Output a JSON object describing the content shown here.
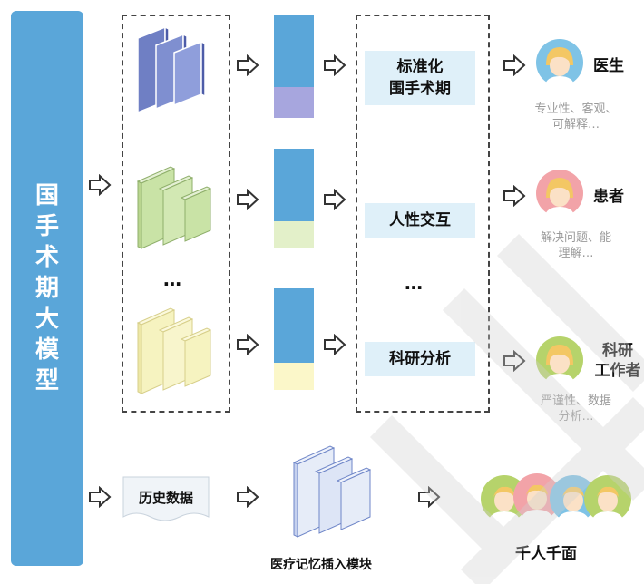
{
  "left_title": [
    "国",
    "手",
    "术",
    "期",
    "大",
    "模",
    "型"
  ],
  "ellipsis": "…",
  "tasks": {
    "standard": "标准化\n围手术期",
    "human": "人性交互",
    "dots": "…",
    "research": "科研分析"
  },
  "roles": {
    "doctor": {
      "name": "医生",
      "desc": "专业性、客观、\n可解释…"
    },
    "patient": {
      "name": "患者",
      "desc": "解决问题、能\n理解…"
    },
    "researcher": {
      "name": "科研\n工作者",
      "desc": "严谨性、数据\n分析…"
    }
  },
  "bottom": {
    "history": "历史数据",
    "module": "医疗记忆插入模块",
    "personalized": "千人千面"
  },
  "colors": {
    "blue": "#5aa6d9",
    "purple_stack": "#7f8fd0",
    "green_stack": "#c9e3a6",
    "yellow_stack": "#f6f3c0",
    "task_bg": "#dff0f9"
  },
  "icons": [
    "hollow-arrow-icon",
    "avatar-icon",
    "document-stack-icon"
  ]
}
